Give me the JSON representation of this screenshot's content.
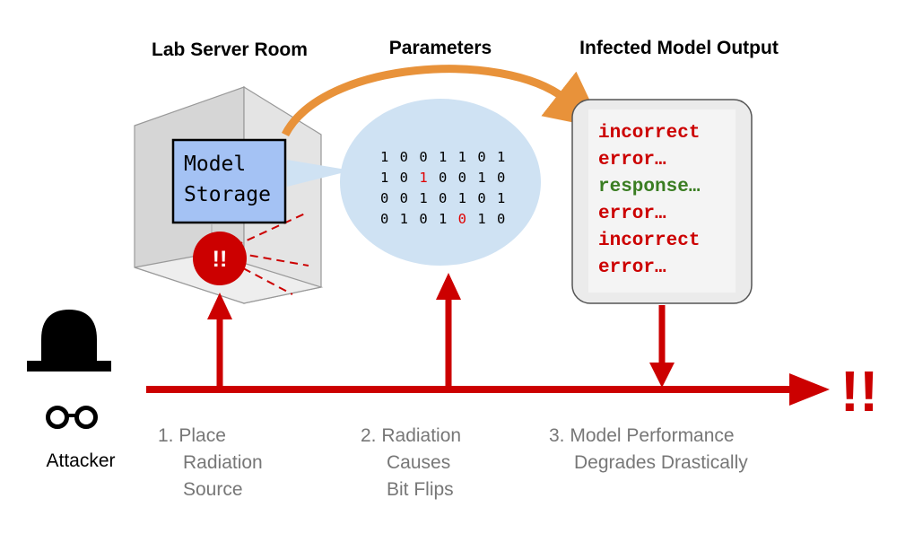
{
  "headers": {
    "server_room": "Lab Server Room",
    "parameters": "Parameters",
    "infected_output": "Infected Model Output"
  },
  "storage": {
    "line1": "Model",
    "line2": "Storage"
  },
  "warning_badge": "!!",
  "final_alert": "!!",
  "bit_rows": [
    [
      {
        "t": "1 0 0 1 1 0 1",
        "flip": false
      }
    ],
    [
      {
        "t": "1 0 ",
        "flip": false
      },
      {
        "t": "1",
        "flip": true
      },
      {
        "t": " 0 0 1 0",
        "flip": false
      }
    ],
    [
      {
        "t": "0 0 1 0 1 0 1",
        "flip": false
      }
    ],
    [
      {
        "t": "0 1 0 1 ",
        "flip": false
      },
      {
        "t": "0",
        "flip": true
      },
      {
        "t": " 1 0",
        "flip": false
      }
    ]
  ],
  "output_lines": [
    {
      "text": "incorrect",
      "color": "#cc0000"
    },
    {
      "text": "error…",
      "color": "#cc0000"
    },
    {
      "text": "response…",
      "color": "#3a7d22"
    },
    {
      "text": "error…",
      "color": "#cc0000"
    },
    {
      "text": "incorrect",
      "color": "#cc0000"
    },
    {
      "text": "error…",
      "color": "#cc0000"
    }
  ],
  "attacker_label": "Attacker",
  "steps": [
    {
      "lines": [
        "1. Place",
        "Radiation",
        "Source"
      ]
    },
    {
      "lines": [
        "2. Radiation",
        "Causes",
        "Bit Flips"
      ]
    },
    {
      "lines": [
        "3. Model Performance",
        "Degrades Drastically"
      ]
    }
  ],
  "colors": {
    "accent_red": "#cc0000",
    "arrow_orange": "#e8923a",
    "bubble_blue": "#cfe2f3",
    "storage_blue": "#a4c2f4",
    "flip_red": "#e00000",
    "output_good": "#3a7d22",
    "step_gray": "#777777"
  }
}
